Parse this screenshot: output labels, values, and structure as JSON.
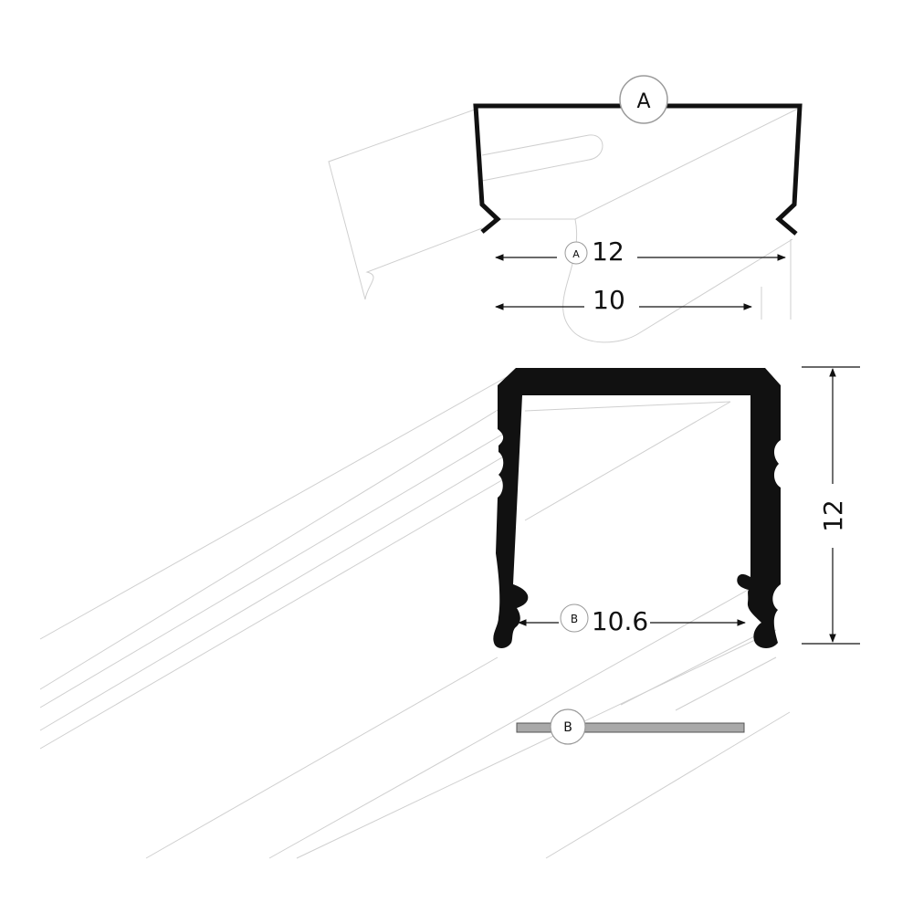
{
  "colors": {
    "profile": "#111111",
    "hidden_line": "#cfcfcf",
    "diffuser_bar": "#a9a9a9",
    "badge_stroke": "#9a9a9a"
  },
  "cover": {
    "badge": "A",
    "dims": [
      {
        "badge": "A",
        "value": "12"
      },
      {
        "value": "10"
      }
    ]
  },
  "profile": {
    "height_value": "12",
    "opening": {
      "badge": "B",
      "value": "10.6"
    }
  },
  "diffuser": {
    "badge": "B"
  }
}
